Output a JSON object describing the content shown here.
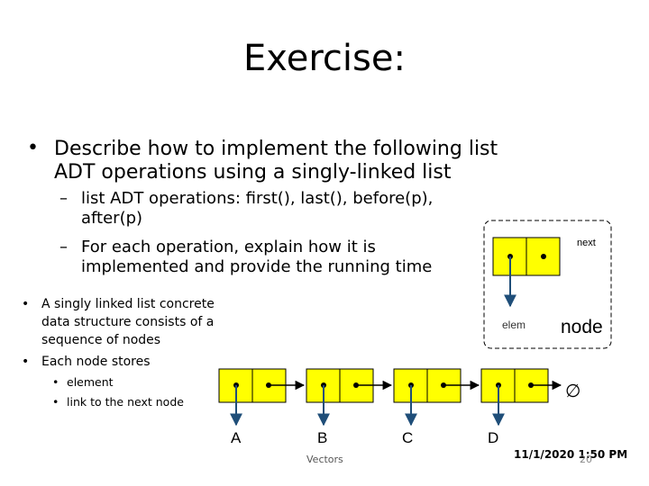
{
  "title": "Exercise:",
  "bullets": {
    "main": "Describe how to implement the following list ADT operations using a singly-linked list",
    "sub1": "list ADT operations: first(), last(), before(p), after(p)",
    "sub2": "For each operation, explain how it is implemented and provide the running time",
    "small1": "A singly linked list concrete data structure consists of a sequence of nodes",
    "small2": "Each node stores",
    "tiny1": "element",
    "tiny2": "link to the next node"
  },
  "diagram": {
    "next_label": "next",
    "elem_label": "elem",
    "node_label": "node",
    "null_symbol": "∅",
    "elements": [
      "A",
      "B",
      "C",
      "D"
    ],
    "colors": {
      "cell_fill": "#ffff00",
      "cell_stroke": "#000000",
      "arrow": "#1f4e79"
    }
  },
  "footer": {
    "center_text": "Vectors",
    "date": "11/1/2020 1:50 PM",
    "page_number": "20"
  }
}
